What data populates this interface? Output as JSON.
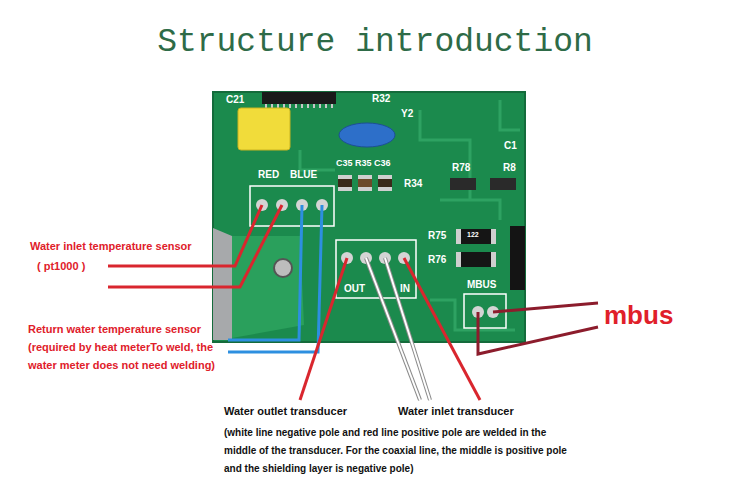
{
  "diagram": {
    "title": "Structure introduction",
    "labels": [
      "C21",
      "R32",
      "Y2",
      "C35",
      "R35",
      "C36",
      "R34",
      "R78",
      "R8",
      "C1",
      "RED",
      "BLUE",
      "R75",
      "122",
      "R76",
      "OUT",
      "IN",
      "MBUS",
      "Water inlet temperature sensor",
      "( pt1000 )",
      "Return water temperature sensor (required by heat meterTo weld, the water meter does not need welding)",
      "mbus",
      "Water outlet transducer",
      "Water inlet transducer",
      "(white line negative pole and red line positive pole are welded in the middle of the transducer. For the coaxial line, the middle is positive pole and the shielding layer is negative pole)"
    ]
  }
}
